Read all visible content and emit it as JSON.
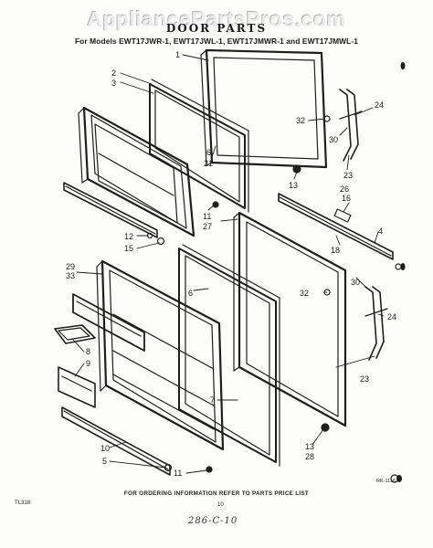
{
  "watermark": "AppliancePartsPros.com",
  "title": "DOOR PARTS",
  "subtitle": "For Models EWT17JWR-1, EWT17JWL-1, EWT17JMWR-1 and EWT17JMWL-1",
  "footer_note": "FOR ORDERING INFORMATION REFER TO PARTS PRICE LIST",
  "code_left": "TL318",
  "page_number": "10",
  "ref_code": "RK-1118",
  "handwritten_note": "286-C-10",
  "callouts": [
    {
      "id": "c1",
      "text": "1"
    },
    {
      "id": "c2",
      "text": "2"
    },
    {
      "id": "c3",
      "text": "3"
    },
    {
      "id": "c32a",
      "text": "32"
    },
    {
      "id": "c24a",
      "text": "24"
    },
    {
      "id": "c30a",
      "text": "30"
    },
    {
      "id": "c6a",
      "text": "6"
    },
    {
      "id": "c21",
      "text": "21"
    },
    {
      "id": "c23a",
      "text": "23"
    },
    {
      "id": "c13a",
      "text": "13"
    },
    {
      "id": "c26",
      "text": "26"
    },
    {
      "id": "c16",
      "text": "16"
    },
    {
      "id": "c11a",
      "text": "11"
    },
    {
      "id": "c27",
      "text": "27"
    },
    {
      "id": "c4",
      "text": "4"
    },
    {
      "id": "c12",
      "text": "12"
    },
    {
      "id": "c15",
      "text": "15"
    },
    {
      "id": "c18",
      "text": "18"
    },
    {
      "id": "c29",
      "text": "29"
    },
    {
      "id": "c33",
      "text": "33"
    },
    {
      "id": "c30b",
      "text": "30"
    },
    {
      "id": "c32b",
      "text": "32"
    },
    {
      "id": "c6b",
      "text": "6"
    },
    {
      "id": "c24b",
      "text": "24"
    },
    {
      "id": "c8",
      "text": "8"
    },
    {
      "id": "c9",
      "text": "9"
    },
    {
      "id": "c23b",
      "text": "23"
    },
    {
      "id": "c7",
      "text": "7"
    },
    {
      "id": "c13b",
      "text": "13"
    },
    {
      "id": "c28",
      "text": "28"
    },
    {
      "id": "c10",
      "text": "10"
    },
    {
      "id": "c5",
      "text": "5"
    },
    {
      "id": "c11b",
      "text": "11"
    }
  ]
}
